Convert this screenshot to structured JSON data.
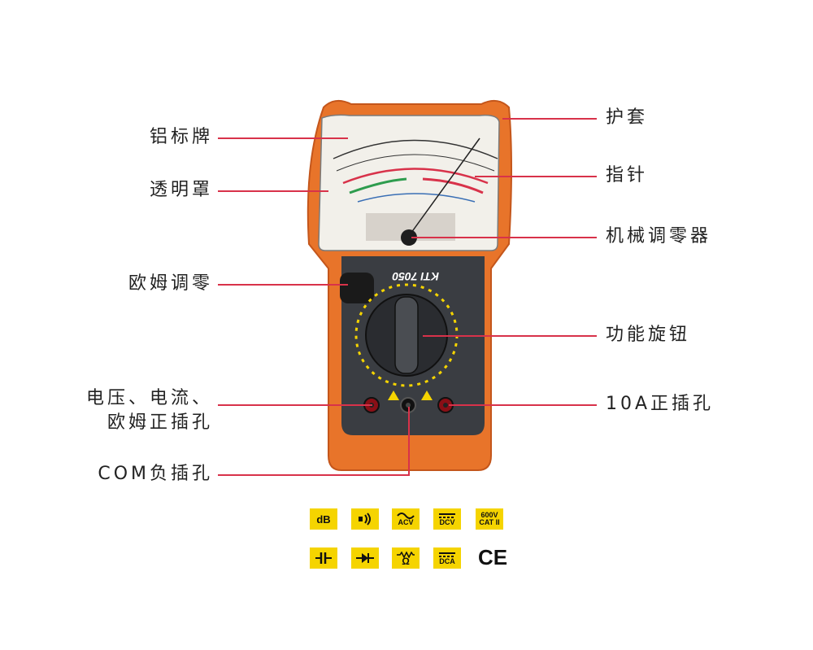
{
  "device": {
    "brand": "KTI",
    "model": "7050",
    "colors": {
      "holster": "#e8742a",
      "holster_dark": "#c4561b",
      "body": "#3a3d42",
      "dial_face": "#f2f0ea",
      "accent_line": "#d8324a",
      "icon_bg": "#f5d400"
    }
  },
  "callouts": {
    "left": [
      {
        "id": "aluminum-plate",
        "text": "铝标牌"
      },
      {
        "id": "transparent-cover",
        "text": "透明罩"
      },
      {
        "id": "ohm-zero-adjust",
        "text": "欧姆调零"
      },
      {
        "id": "voltage-current-ohm-jack",
        "line1": "电压、电流、",
        "line2": "欧姆正插孔"
      },
      {
        "id": "com-jack",
        "text": "COM负插孔"
      }
    ],
    "right": [
      {
        "id": "holster",
        "text": "护套"
      },
      {
        "id": "pointer",
        "text": "指针"
      },
      {
        "id": "mechanical-zero-adjuster",
        "text": "机械调零器"
      },
      {
        "id": "function-knob",
        "text": "功能旋钮"
      },
      {
        "id": "10a-jack",
        "text": "10A正插孔"
      }
    ]
  },
  "feature_icons": {
    "row1": [
      {
        "name": "db-icon",
        "text": "dB"
      },
      {
        "name": "buzzer-icon",
        "text": ""
      },
      {
        "name": "acv-icon",
        "text": "ACV"
      },
      {
        "name": "dcv-icon",
        "text": "DCV"
      },
      {
        "name": "cat-rating-icon",
        "line1": "600V",
        "line2": "CAT II"
      }
    ],
    "row2": [
      {
        "name": "capacitor-icon",
        "text": ""
      },
      {
        "name": "diode-icon",
        "text": ""
      },
      {
        "name": "resistance-icon",
        "text": "Ω"
      },
      {
        "name": "dca-icon",
        "text": "DCA"
      },
      {
        "name": "ce-mark",
        "text": "CE"
      }
    ]
  }
}
